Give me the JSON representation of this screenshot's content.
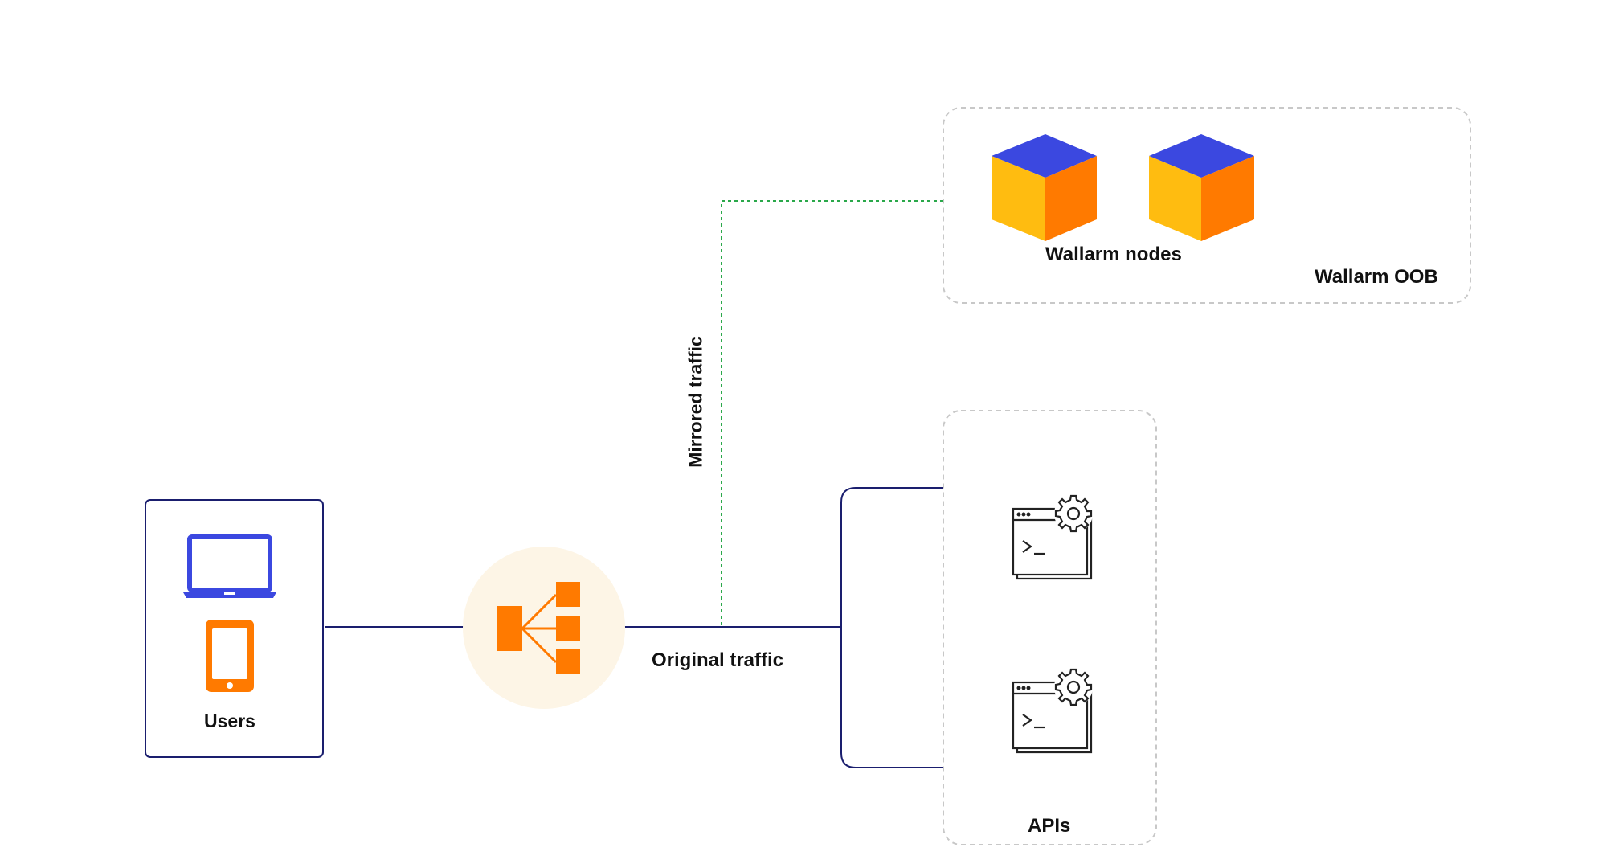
{
  "labels": {
    "users": "Users",
    "wallarm_nodes": "Wallarm nodes",
    "wallarm_oob": "Wallarm OOB",
    "apis": "APIs",
    "original_traffic": "Original traffic",
    "mirrored_traffic": "Mirrored traffic"
  },
  "icons": {
    "laptop": "laptop-icon",
    "phone": "mobile-phone-icon",
    "load_balancer": "load-balancer-icon",
    "node_cube": "cube-icon",
    "api": "api-terminal-gear-icon"
  },
  "colors": {
    "connector": "#1a1e6e",
    "mirror_line": "#2aa84a",
    "group_border": "#c8c8c8",
    "device_blue": "#3b48e0",
    "accent_orange": "#ff7a00",
    "cube_yellow": "#ffbc10",
    "balancer_bg": "#fdf5e6"
  }
}
